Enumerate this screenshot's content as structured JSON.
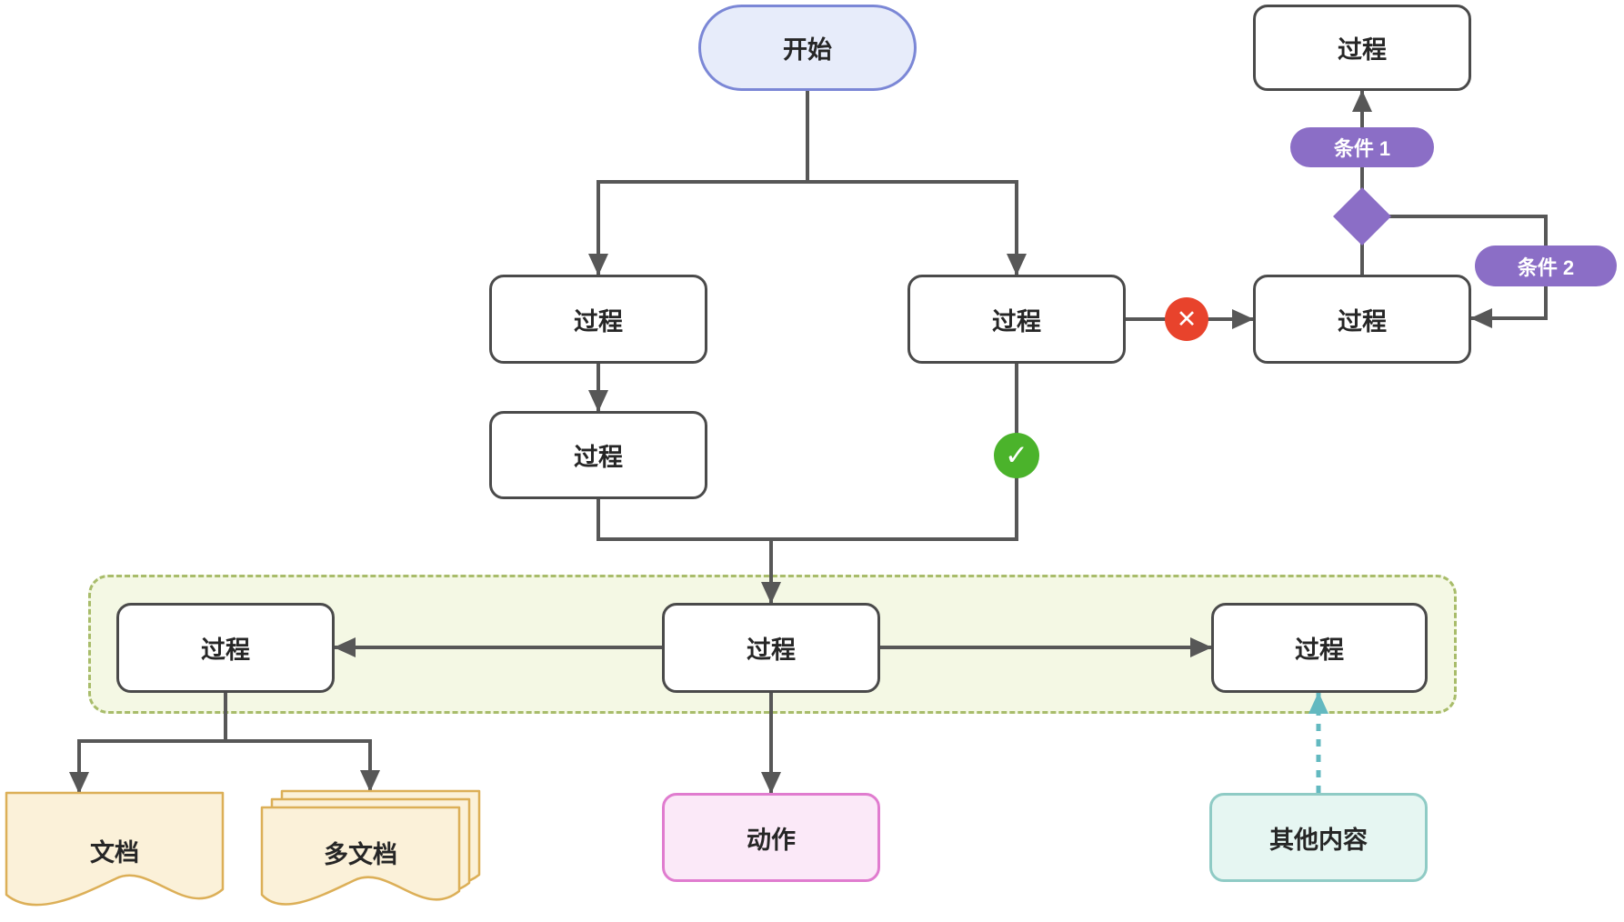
{
  "diagram": {
    "nodes": {
      "start": {
        "label": "开始",
        "shape": "stadium"
      },
      "proc_top_right": {
        "label": "过程",
        "shape": "rect"
      },
      "proc_left_a": {
        "label": "过程",
        "shape": "rect"
      },
      "proc_mid": {
        "label": "过程",
        "shape": "rect"
      },
      "proc_right": {
        "label": "过程",
        "shape": "rect"
      },
      "proc_left_b": {
        "label": "过程",
        "shape": "rect"
      },
      "group_left": {
        "label": "过程",
        "shape": "rect"
      },
      "group_center": {
        "label": "过程",
        "shape": "rect"
      },
      "group_right": {
        "label": "过程",
        "shape": "rect"
      },
      "document": {
        "label": "文档",
        "shape": "document"
      },
      "multi_document": {
        "label": "多文档",
        "shape": "stacked-document"
      },
      "action": {
        "label": "动作",
        "shape": "rect"
      },
      "other_content": {
        "label": "其他内容",
        "shape": "rect"
      }
    },
    "edge_labels": {
      "condition1": "条件 1",
      "condition2": "条件 2"
    },
    "badges": {
      "fail": "✕",
      "success": "✓"
    },
    "colors": {
      "edge": "#575757",
      "node_border": "#4A4A4A",
      "node_fill": "#FFFFFF",
      "text": "#262626",
      "start_fill": "#E7ECFA",
      "start_border": "#7B87D6",
      "condition_purple": "#8B6EC6",
      "fail_red": "#E8432C",
      "success_green": "#4BB32B",
      "container_fill": "#F4F8E4",
      "container_border": "#A8BC6A",
      "document_fill": "#FBF1D9",
      "document_border": "#DCAF57",
      "action_fill": "#FBE9F8",
      "action_border": "#E07CCF",
      "other_fill": "#E6F6F2",
      "other_border": "#8FCBC5",
      "dashed_edge_teal": "#63B9C0"
    }
  }
}
